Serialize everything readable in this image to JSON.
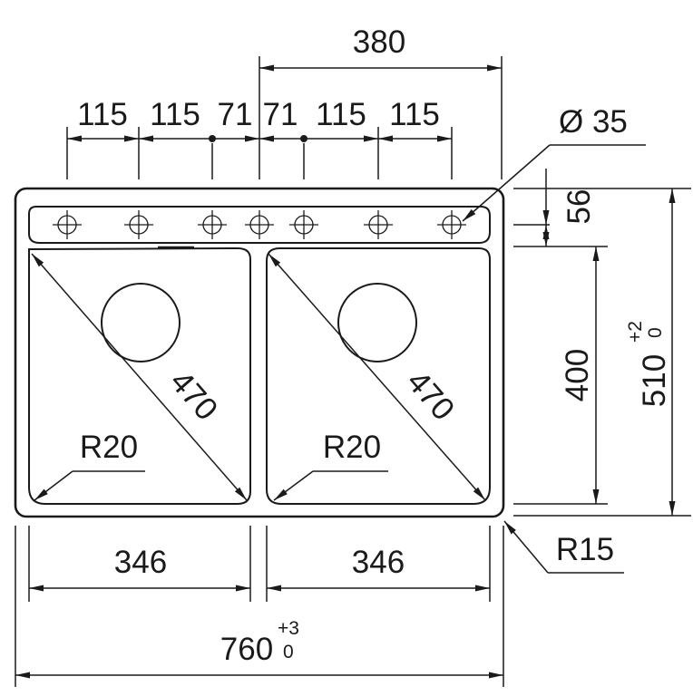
{
  "drawing": {
    "top_spacings": [
      "115",
      "115",
      "71",
      "71",
      "115",
      "115"
    ],
    "tap_span": "380",
    "tap_hole_diameter": "Ø 35",
    "deck_depth": "56",
    "bowl_length": "400",
    "overall_length": {
      "value": "510",
      "tol_upper": "+2",
      "tol_lower": "0"
    },
    "left_bowl": {
      "diagonal": "470",
      "corner_radius": "R20",
      "width": "346"
    },
    "right_bowl": {
      "diagonal": "470",
      "corner_radius": "R20",
      "width": "346"
    },
    "outer_corner_radius": "R15",
    "overall_width": {
      "value": "760",
      "tol_upper": "+3",
      "tol_lower": "0"
    }
  }
}
